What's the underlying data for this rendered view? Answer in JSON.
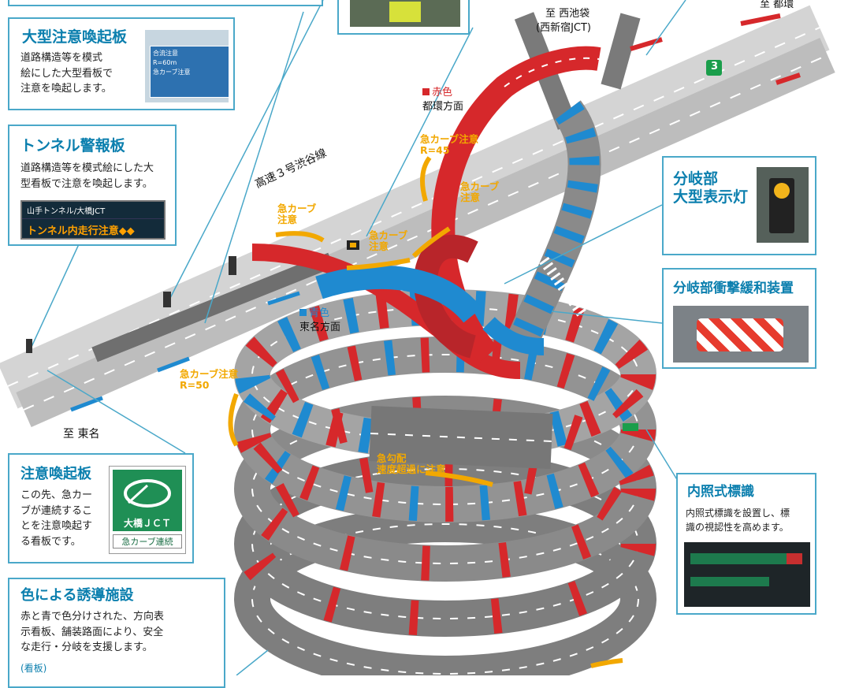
{
  "map": {
    "route_label": "高速３号渋谷線",
    "to_ikebukuro": "至 西池袋",
    "to_nishishinjuku": "(西新宿JCT)",
    "to_toshin": "至 都環",
    "to_tomei": "至 東名",
    "route_badge": "3",
    "red_legend_label": "赤色",
    "red_legend_dest": "都環方面",
    "blue_legend_label": "青色",
    "blue_legend_dest": "東名方面",
    "colors": {
      "red": "#d6282b",
      "blue": "#1f8ad0",
      "orange": "#f2a800",
      "road": "#8e8e8e",
      "road_light": "#d4d4d4",
      "accent": "#4aa8c9"
    }
  },
  "curve_labels": {
    "c1_line1": "急カーブ注意",
    "c1_line2": "R=45",
    "c2_line1": "急カーブ",
    "c2_line2": "注意",
    "c3_line1": "急カーブ",
    "c3_line2": "注意",
    "c4_line1": "急カーブ",
    "c4_line2": "注意",
    "c5_line1": "急カーブ注意",
    "c5_line2": "R=50",
    "c6_line1": "急勾配",
    "c6_line2": "速度超過に注意"
  },
  "callouts": {
    "large_sign": {
      "title": "大型注意喚起板",
      "desc": [
        "道路構造等を模式",
        "絵にした大型看板で",
        "注意を喚起します。"
      ],
      "sign_texts": [
        "合流注意",
        "R=60m",
        "急カーブ注意"
      ]
    },
    "tunnel_board": {
      "title": "トンネル警報板",
      "desc": [
        "道路構造等を模式絵にした大",
        "型看板で注意を喚起します。"
      ],
      "sign_row1": "山手トンネル/大橋JCT",
      "sign_row2": "トンネル内走行注意◆◆"
    },
    "branch_light": {
      "title_line1": "分岐部",
      "title_line2": "大型表示灯"
    },
    "branch_cushion": {
      "title": "分岐部衝撃緩和装置"
    },
    "internal_sign": {
      "title": "内照式標識",
      "desc": [
        "内照式標識を設置し、標",
        "識の視認性を高めます。"
      ]
    },
    "warning_board": {
      "title": "注意喚起板",
      "desc": [
        "この先、急カー",
        "ブが連続するこ",
        "とを注意喚起す",
        "る看板です。"
      ],
      "card_name": "大橋ＪＣＴ",
      "card_caption": "急カーブ連続"
    },
    "color_guidance": {
      "title": "色による誘導施設",
      "desc": [
        "赤と青で色分けされた、方向表",
        "示看板、舗装路面により、安全",
        "な走行・分岐を支援します。"
      ],
      "sub": "(看板)"
    }
  }
}
